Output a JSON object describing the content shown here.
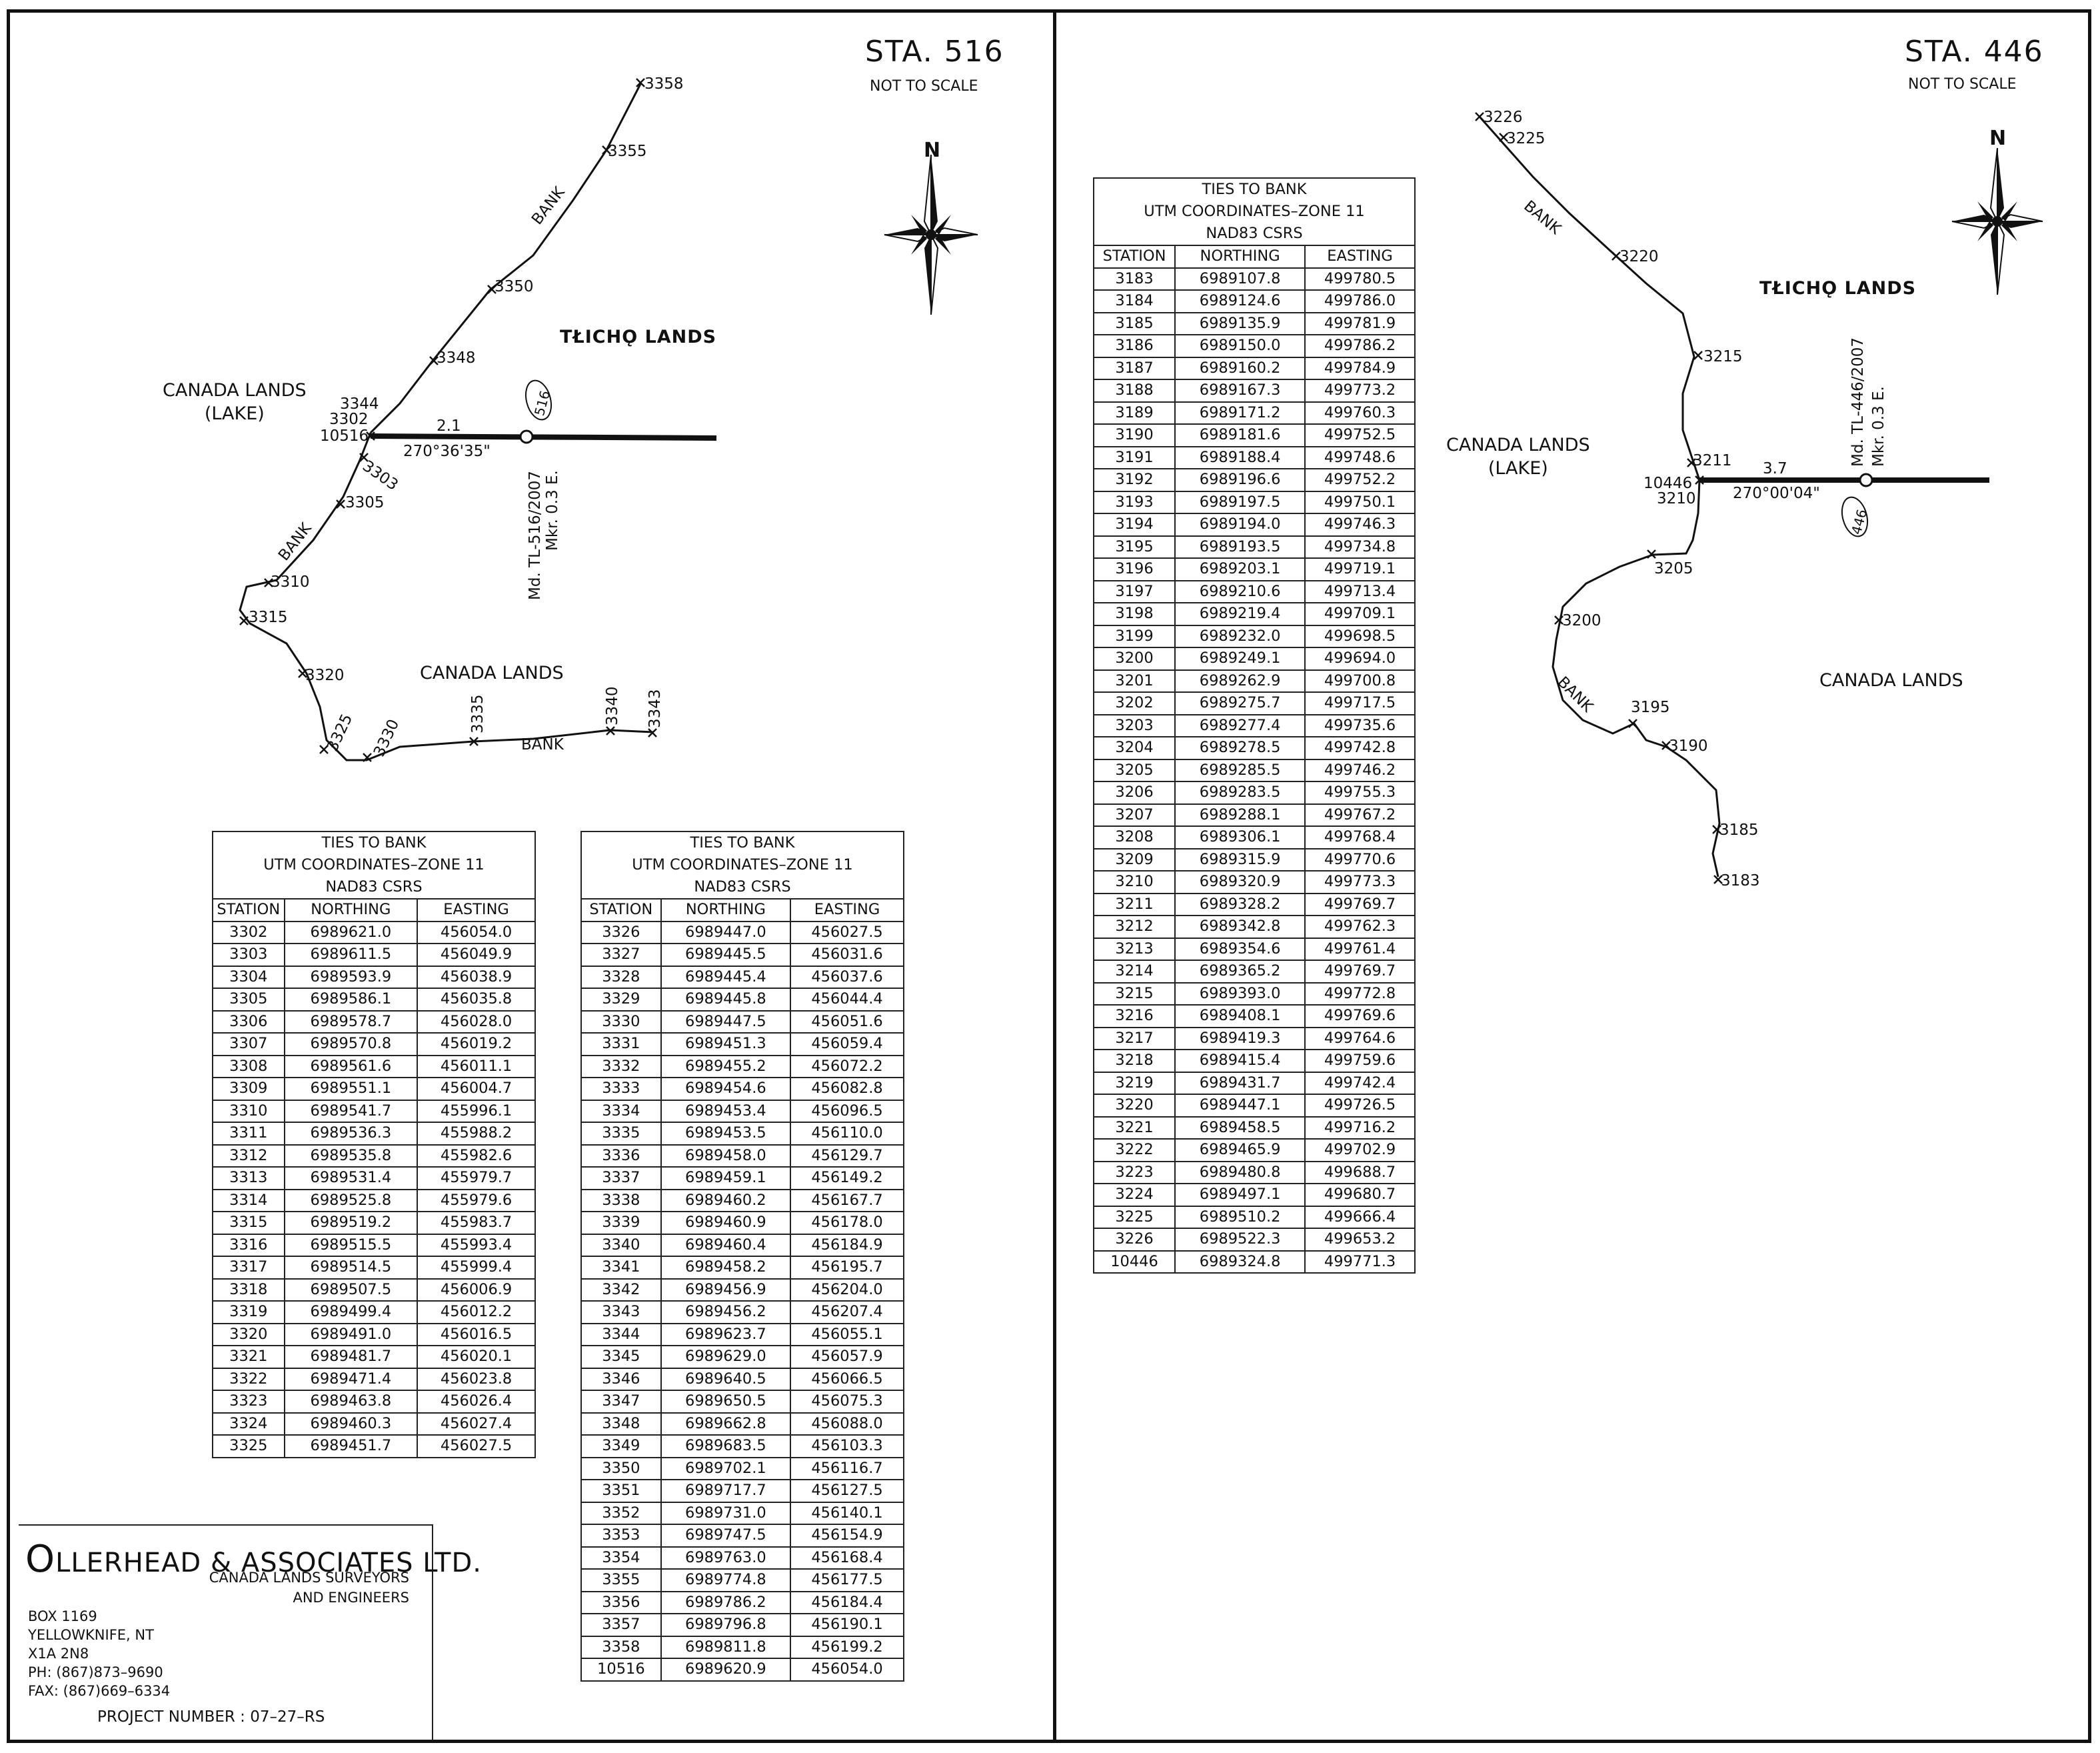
{
  "left_panel": {
    "title": "STA. 516",
    "scale_note": "NOT TO SCALE",
    "north": "N",
    "lands_label": "TŁICHǪ LANDS",
    "canada_lands_lake": [
      "CANADA LANDS",
      "(LAKE)"
    ],
    "canada_lands": "CANADA LANDS",
    "bank_labels": [
      "BANK",
      "BANK",
      "BANK"
    ],
    "station_labels": [
      "3358",
      "3355",
      "3350",
      "3348",
      "3344",
      "3302",
      "10516",
      "3303",
      "3305",
      "3310",
      "3315",
      "3320",
      "3325",
      "3330",
      "3335",
      "3340",
      "3343"
    ],
    "tie_distance": "2.1",
    "tie_bearing": "270°36'35\"",
    "monument_label": "Md. TL-516/2007",
    "marker_label": "Mkr. 0.3 E.",
    "monument_number": "516"
  },
  "right_panel": {
    "title": "STA. 446",
    "scale_note": "NOT TO SCALE",
    "north": "N",
    "lands_label": "TŁICHǪ LANDS",
    "canada_lands_lake": [
      "CANADA LANDS",
      "(LAKE)"
    ],
    "canada_lands": "CANADA LANDS",
    "bank_labels": [
      "BANK",
      "BANK"
    ],
    "station_labels": [
      "3226",
      "3225",
      "3220",
      "3215",
      "3211",
      "10446",
      "3210",
      "3205",
      "3200",
      "3195",
      "3190",
      "3185",
      "3183"
    ],
    "tie_distance": "3.7",
    "tie_bearing": "270°00'04\"",
    "monument_label": "Md. TL-446/2007",
    "marker_label": "Mkr. 0.3 E.",
    "monument_number": "446"
  },
  "table_header": {
    "line1": "TIES TO BANK",
    "line2": "UTM COORDINATES–ZONE 11",
    "line3": "NAD83 CSRS",
    "col_station": "STATION",
    "col_northing": "NORTHING",
    "col_easting": "EASTING"
  },
  "table_left_1": [
    [
      "3302",
      "6989621.0",
      "456054.0"
    ],
    [
      "3303",
      "6989611.5",
      "456049.9"
    ],
    [
      "3304",
      "6989593.9",
      "456038.9"
    ],
    [
      "3305",
      "6989586.1",
      "456035.8"
    ],
    [
      "3306",
      "6989578.7",
      "456028.0"
    ],
    [
      "3307",
      "6989570.8",
      "456019.2"
    ],
    [
      "3308",
      "6989561.6",
      "456011.1"
    ],
    [
      "3309",
      "6989551.1",
      "456004.7"
    ],
    [
      "3310",
      "6989541.7",
      "455996.1"
    ],
    [
      "3311",
      "6989536.3",
      "455988.2"
    ],
    [
      "3312",
      "6989535.8",
      "455982.6"
    ],
    [
      "3313",
      "6989531.4",
      "455979.7"
    ],
    [
      "3314",
      "6989525.8",
      "455979.6"
    ],
    [
      "3315",
      "6989519.2",
      "455983.7"
    ],
    [
      "3316",
      "6989515.5",
      "455993.4"
    ],
    [
      "3317",
      "6989514.5",
      "455999.4"
    ],
    [
      "3318",
      "6989507.5",
      "456006.9"
    ],
    [
      "3319",
      "6989499.4",
      "456012.2"
    ],
    [
      "3320",
      "6989491.0",
      "456016.5"
    ],
    [
      "3321",
      "6989481.7",
      "456020.1"
    ],
    [
      "3322",
      "6989471.4",
      "456023.8"
    ],
    [
      "3323",
      "6989463.8",
      "456026.4"
    ],
    [
      "3324",
      "6989460.3",
      "456027.4"
    ],
    [
      "3325",
      "6989451.7",
      "456027.5"
    ]
  ],
  "table_left_2": [
    [
      "3326",
      "6989447.0",
      "456027.5"
    ],
    [
      "3327",
      "6989445.5",
      "456031.6"
    ],
    [
      "3328",
      "6989445.4",
      "456037.6"
    ],
    [
      "3329",
      "6989445.8",
      "456044.4"
    ],
    [
      "3330",
      "6989447.5",
      "456051.6"
    ],
    [
      "3331",
      "6989451.3",
      "456059.4"
    ],
    [
      "3332",
      "6989455.2",
      "456072.2"
    ],
    [
      "3333",
      "6989454.6",
      "456082.8"
    ],
    [
      "3334",
      "6989453.4",
      "456096.5"
    ],
    [
      "3335",
      "6989453.5",
      "456110.0"
    ],
    [
      "3336",
      "6989458.0",
      "456129.7"
    ],
    [
      "3337",
      "6989459.1",
      "456149.2"
    ],
    [
      "3338",
      "6989460.2",
      "456167.7"
    ],
    [
      "3339",
      "6989460.9",
      "456178.0"
    ],
    [
      "3340",
      "6989460.4",
      "456184.9"
    ],
    [
      "3341",
      "6989458.2",
      "456195.7"
    ],
    [
      "3342",
      "6989456.9",
      "456204.0"
    ],
    [
      "3343",
      "6989456.2",
      "456207.4"
    ],
    [
      "3344",
      "6989623.7",
      "456055.1"
    ],
    [
      "3345",
      "6989629.0",
      "456057.9"
    ],
    [
      "3346",
      "6989640.5",
      "456066.5"
    ],
    [
      "3347",
      "6989650.5",
      "456075.3"
    ],
    [
      "3348",
      "6989662.8",
      "456088.0"
    ],
    [
      "3349",
      "6989683.5",
      "456103.3"
    ],
    [
      "3350",
      "6989702.1",
      "456116.7"
    ],
    [
      "3351",
      "6989717.7",
      "456127.5"
    ],
    [
      "3352",
      "6989731.0",
      "456140.1"
    ],
    [
      "3353",
      "6989747.5",
      "456154.9"
    ],
    [
      "3354",
      "6989763.0",
      "456168.4"
    ],
    [
      "3355",
      "6989774.8",
      "456177.5"
    ],
    [
      "3356",
      "6989786.2",
      "456184.4"
    ],
    [
      "3357",
      "6989796.8",
      "456190.1"
    ],
    [
      "3358",
      "6989811.8",
      "456199.2"
    ],
    [
      "10516",
      "6989620.9",
      "456054.0"
    ]
  ],
  "table_right": [
    [
      "3183",
      "6989107.8",
      "499780.5"
    ],
    [
      "3184",
      "6989124.6",
      "499786.0"
    ],
    [
      "3185",
      "6989135.9",
      "499781.9"
    ],
    [
      "3186",
      "6989150.0",
      "499786.2"
    ],
    [
      "3187",
      "6989160.2",
      "499784.9"
    ],
    [
      "3188",
      "6989167.3",
      "499773.2"
    ],
    [
      "3189",
      "6989171.2",
      "499760.3"
    ],
    [
      "3190",
      "6989181.6",
      "499752.5"
    ],
    [
      "3191",
      "6989188.4",
      "499748.6"
    ],
    [
      "3192",
      "6989196.6",
      "499752.2"
    ],
    [
      "3193",
      "6989197.5",
      "499750.1"
    ],
    [
      "3194",
      "6989194.0",
      "499746.3"
    ],
    [
      "3195",
      "6989193.5",
      "499734.8"
    ],
    [
      "3196",
      "6989203.1",
      "499719.1"
    ],
    [
      "3197",
      "6989210.6",
      "499713.4"
    ],
    [
      "3198",
      "6989219.4",
      "499709.1"
    ],
    [
      "3199",
      "6989232.0",
      "499698.5"
    ],
    [
      "3200",
      "6989249.1",
      "499694.0"
    ],
    [
      "3201",
      "6989262.9",
      "499700.8"
    ],
    [
      "3202",
      "6989275.7",
      "499717.5"
    ],
    [
      "3203",
      "6989277.4",
      "499735.6"
    ],
    [
      "3204",
      "6989278.5",
      "499742.8"
    ],
    [
      "3205",
      "6989285.5",
      "499746.2"
    ],
    [
      "3206",
      "6989283.5",
      "499755.3"
    ],
    [
      "3207",
      "6989288.1",
      "499767.2"
    ],
    [
      "3208",
      "6989306.1",
      "499768.4"
    ],
    [
      "3209",
      "6989315.9",
      "499770.6"
    ],
    [
      "3210",
      "6989320.9",
      "499773.3"
    ],
    [
      "3211",
      "6989328.2",
      "499769.7"
    ],
    [
      "3212",
      "6989342.8",
      "499762.3"
    ],
    [
      "3213",
      "6989354.6",
      "499761.4"
    ],
    [
      "3214",
      "6989365.2",
      "499769.7"
    ],
    [
      "3215",
      "6989393.0",
      "499772.8"
    ],
    [
      "3216",
      "6989408.1",
      "499769.6"
    ],
    [
      "3217",
      "6989419.3",
      "499764.6"
    ],
    [
      "3218",
      "6989415.4",
      "499759.6"
    ],
    [
      "3219",
      "6989431.7",
      "499742.4"
    ],
    [
      "3220",
      "6989447.1",
      "499726.5"
    ],
    [
      "3221",
      "6989458.5",
      "499716.2"
    ],
    [
      "3222",
      "6989465.9",
      "499702.9"
    ],
    [
      "3223",
      "6989480.8",
      "499688.7"
    ],
    [
      "3224",
      "6989497.1",
      "499680.7"
    ],
    [
      "3225",
      "6989510.2",
      "499666.4"
    ],
    [
      "3226",
      "6989522.3",
      "499653.2"
    ],
    [
      "10446",
      "6989324.8",
      "499771.3"
    ]
  ],
  "company": {
    "name_initial": "O",
    "name_rest": "LLERHEAD & ASSOCIATES LTD.",
    "sub1": "CANADA LANDS SURVEYORS",
    "sub2": "AND ENGINEERS",
    "box": "BOX 1169",
    "city": "YELLOWKNIFE, NT",
    "postal": "X1A 2N8",
    "phone": "PH: (867)873–9690",
    "fax": "FAX: (867)669–6334",
    "project": "PROJECT NUMBER : 07–27–RS"
  }
}
